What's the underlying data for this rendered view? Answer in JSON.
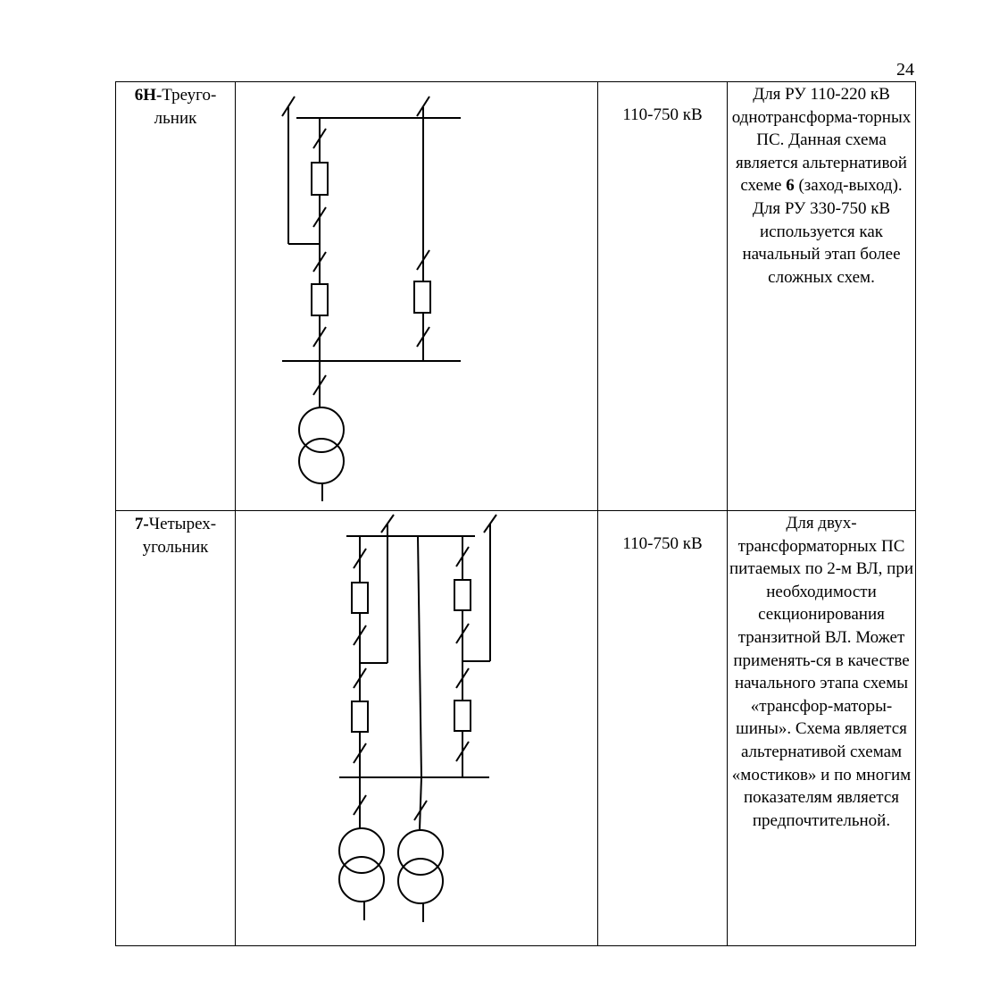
{
  "page": {
    "number": "24"
  },
  "rows": [
    {
      "id": "6H",
      "name_number": "6Н-",
      "name_text": "Треуго-льник",
      "voltage": "110-750 кВ",
      "note_part1": "Для РУ  110-220 кВ однотрансформа-торных ПС. Данная схема является альтернативой схеме ",
      "note_bold": "6",
      "note_part2": " (заход-выход).",
      "note_part3": "Для РУ 330-750 кВ используется как начальный этап более сложных схем."
    },
    {
      "id": "7",
      "name_number": "7-",
      "name_text": "Четырех-угольник",
      "voltage": "110-750 кВ",
      "note": "Для двух-трансформаторных ПС питаемых по 2-м ВЛ, при необходимости секционирования транзитной ВЛ. Может применять-ся в качестве начального этапа схемы «трансфор-маторы-шины». Схема является альтернативой схемам «мостиков» и по многим показателям является предпочтительной."
    }
  ]
}
